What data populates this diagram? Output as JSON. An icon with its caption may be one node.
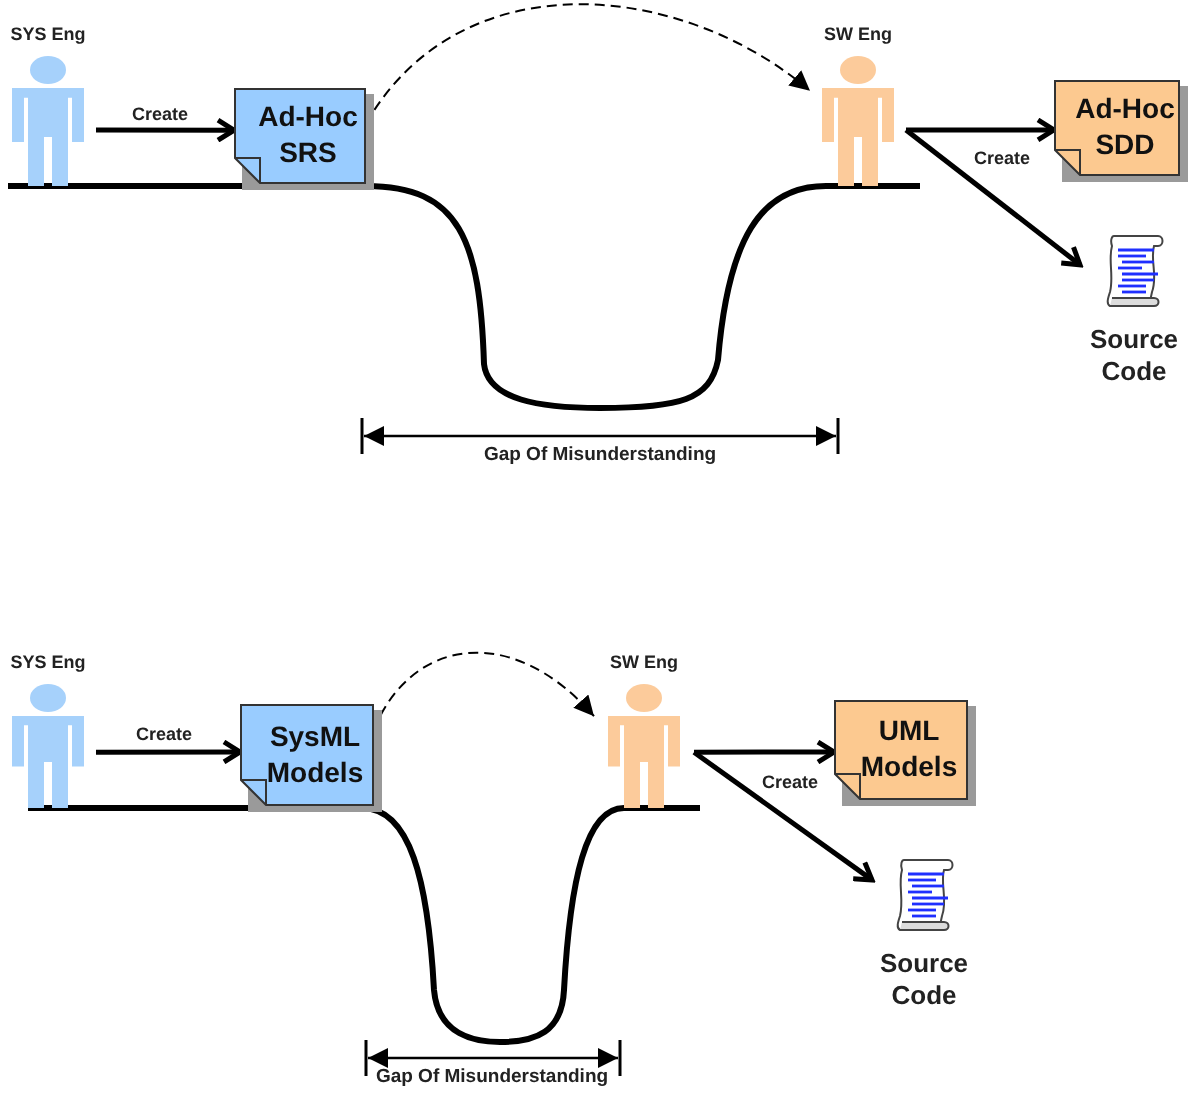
{
  "diagram": {
    "nodes": [
      {
        "text": [
          "SYS Eng"
        ]
      },
      {
        "text": [
          "Ad-Hoc SRS"
        ]
      },
      {
        "text": [
          "SW Eng"
        ]
      },
      {
        "text": [
          "Ad-Hoc SDD"
        ]
      },
      {
        "text": [
          "Source Code"
        ]
      },
      {
        "text": [
          "SYS Eng"
        ]
      },
      {
        "text": [
          "SysML Models"
        ]
      },
      {
        "text": [
          "SW Eng"
        ]
      },
      {
        "text": [
          "UML Models"
        ]
      },
      {
        "text": [
          "Source Code"
        ]
      }
    ],
    "edges": [
      {
        "from": 0,
        "to": 1,
        "arrow": "to",
        "label": "Create"
      },
      {
        "from": 1,
        "to": 2,
        "arrow": "to",
        "style": "dashed"
      },
      {
        "from": 2,
        "to": 3,
        "arrow": "to",
        "label": "Create"
      },
      {
        "from": 2,
        "to": 4,
        "arrow": "to"
      },
      {
        "from": 5,
        "to": 6,
        "arrow": "to",
        "label": "Create"
      },
      {
        "from": 6,
        "to": 7,
        "arrow": "to",
        "style": "dashed"
      },
      {
        "from": 7,
        "to": 8,
        "arrow": "to",
        "label": "Create"
      },
      {
        "from": 7,
        "to": 9,
        "arrow": "to"
      }
    ],
    "labels": [
      "Gap Of Misunderstanding",
      "Gap Of Misunderstanding"
    ]
  }
}
